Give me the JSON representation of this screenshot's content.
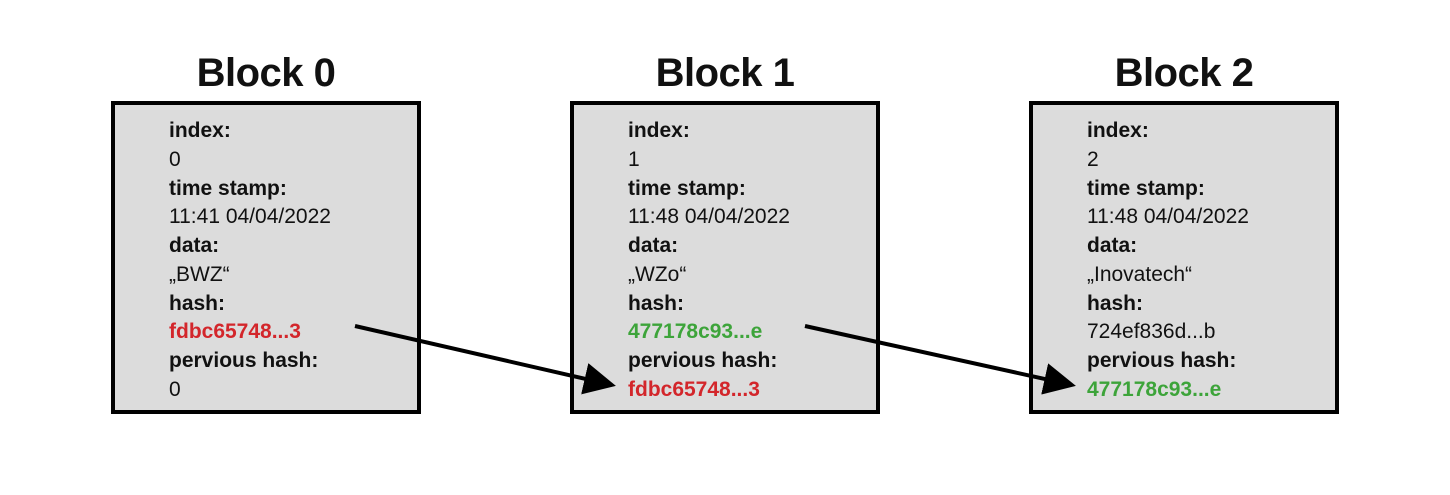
{
  "colors": {
    "box_fill": "#dcdcdc",
    "border": "#000000",
    "hash_red": "#d3262b",
    "hash_green": "#3da43a"
  },
  "blocks": [
    {
      "title": "Block 0",
      "index_label": "index:",
      "index_value": "0",
      "timestamp_label": "time stamp:",
      "timestamp_value": "11:41 04/04/2022",
      "data_label": "data:",
      "data_value": "„BWZ“",
      "hash_label": "hash:",
      "hash_value": "fdbc65748...3",
      "prev_hash_label": "pervious hash:",
      "prev_hash_value": "0"
    },
    {
      "title": "Block 1",
      "index_label": "index:",
      "index_value": "1",
      "timestamp_label": "time stamp:",
      "timestamp_value": "11:48 04/04/2022",
      "data_label": "data:",
      "data_value": "„WZo“",
      "hash_label": "hash:",
      "hash_value": "477178c93...e",
      "prev_hash_label": "pervious hash:",
      "prev_hash_value": "fdbc65748...3"
    },
    {
      "title": "Block 2",
      "index_label": "index:",
      "index_value": "2",
      "timestamp_label": "time stamp:",
      "timestamp_value": "11:48 04/04/2022",
      "data_label": "data:",
      "data_value": "„Inovatech“",
      "hash_label": "hash:",
      "hash_value": "724ef836d...b",
      "prev_hash_label": "pervious hash:",
      "prev_hash_value": "477178c93...e"
    }
  ]
}
